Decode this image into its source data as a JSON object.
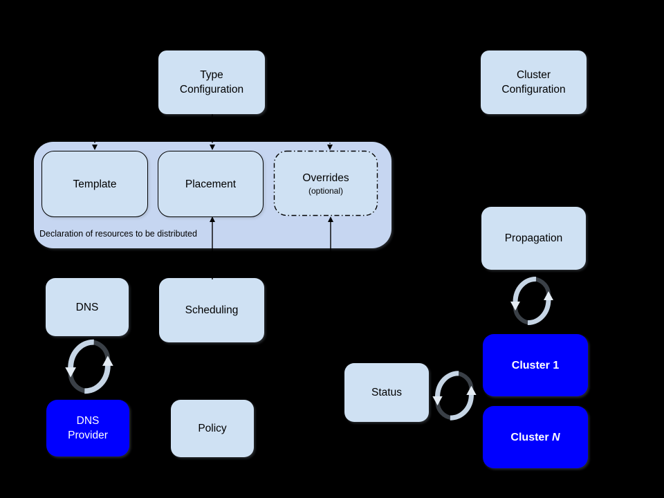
{
  "diagram": {
    "colors": {
      "background": "#000000",
      "light_box_fill": "#cfe1f3",
      "group_fill": "#c6d6f1",
      "accent_blue": "#0000ff",
      "dark_text": "#000000",
      "light_text": "#ffffff",
      "line": "#000000",
      "sync_arc_light": "#c6d5e5",
      "sync_arc_dark": "#3a4047",
      "sync_arrowhead": "#e4ecf4"
    },
    "nodes": {
      "type_configuration": {
        "line1": "Type",
        "line2": "Configuration"
      },
      "cluster_configuration": {
        "line1": "Cluster",
        "line2": "Configuration"
      },
      "template": {
        "label": "Template"
      },
      "placement": {
        "label": "Placement"
      },
      "overrides": {
        "label": "Overrides",
        "sublabel": "(optional)"
      },
      "resource_group": {
        "caption": "Declaration of resources to be distributed"
      },
      "dns": {
        "label": "DNS"
      },
      "scheduling": {
        "label": "Scheduling"
      },
      "dns_provider": {
        "line1": "DNS",
        "line2": "Provider"
      },
      "policy": {
        "label": "Policy"
      },
      "propagation": {
        "label": "Propagation"
      },
      "status": {
        "label": "Status"
      },
      "cluster_1": {
        "label": "Cluster 1"
      },
      "cluster_n": {
        "prefix": "Cluster",
        "n": "N"
      }
    },
    "icons": {
      "sync": "sync-icon"
    }
  }
}
